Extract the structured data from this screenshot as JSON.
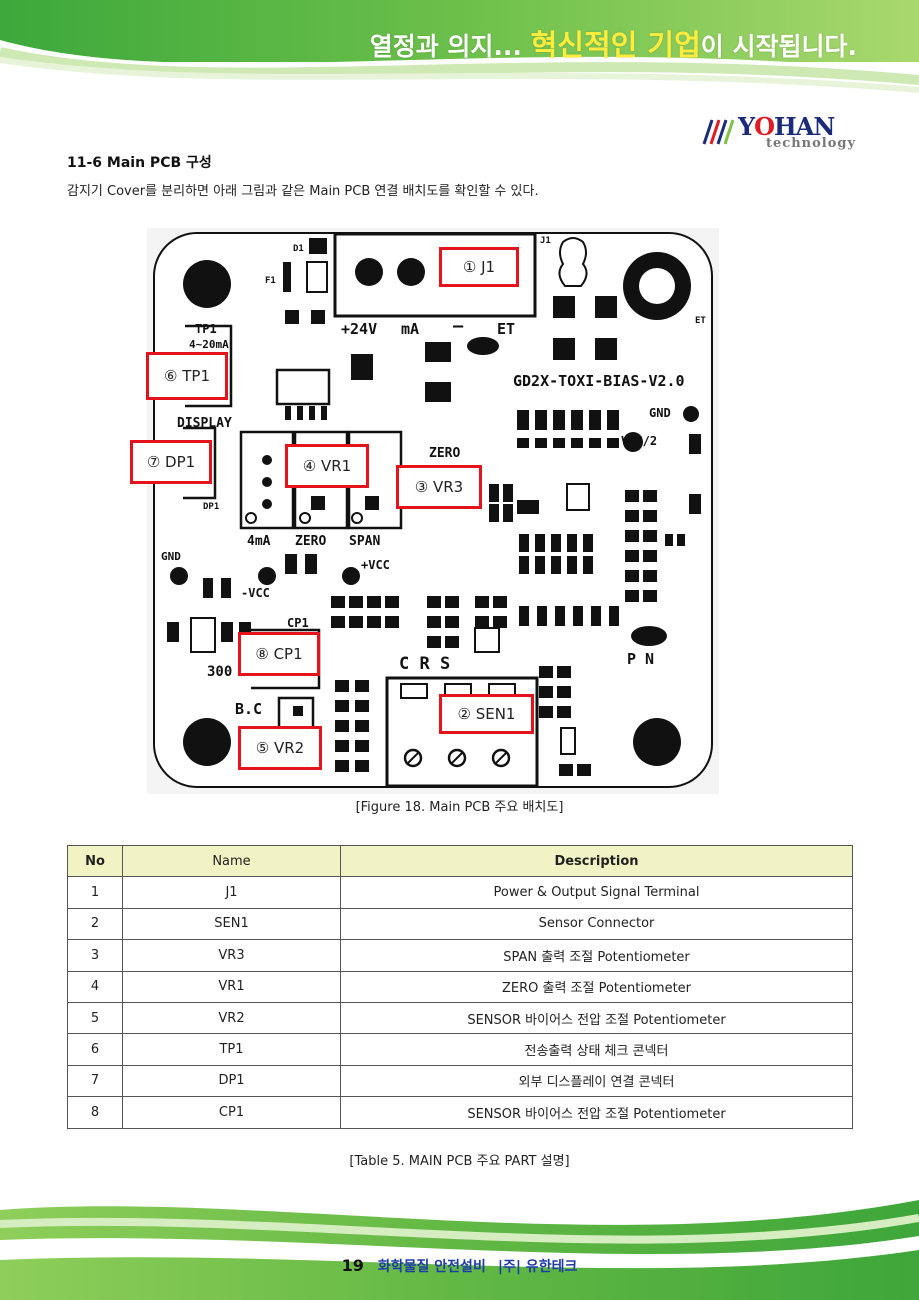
{
  "header": {
    "slogan_part1": "열정과 의지... ",
    "slogan_highlight": "혁신적인 기업",
    "slogan_part2": "이 시작됩니다."
  },
  "logo": {
    "brand_y": "Y",
    "brand_o": "O",
    "brand_rest": "HAN",
    "tagline": "technology",
    "colors": {
      "primary": "#1b2b7a",
      "accent": "#e21b23"
    }
  },
  "section": {
    "title": "11-6 Main PCB 구성",
    "intro": "감지기 Cover를 분리하면 아래 그림과 같은 Main PCB 연결 배치도를 확인할 수 있다."
  },
  "pcb": {
    "board_name": "GD2X-TOXI-BIAS-V2.0",
    "terminal_labels": [
      "+24V",
      "mA",
      "–",
      "ET"
    ],
    "silk": {
      "tp1": "TP1",
      "tp1_sub": "4~20mA",
      "display": "DISPLAY",
      "dp1": "DP1",
      "gnd_left": "GND",
      "gnd_right": "GND",
      "vcc2": "VCC/2",
      "zero_top": "ZERO",
      "row_4ma": "4mA",
      "row_zero": "ZERO",
      "row_span": "SPAN",
      "neg_vcc": "-VCC",
      "pos_vcc": "+VCC",
      "cp1": "CP1",
      "u5_300": "300",
      "bc": "B.C",
      "csr": "C   R   S",
      "pn": "P  N",
      "j1": "J1",
      "d1": "D1",
      "f1": "F1",
      "et_side": "ET"
    },
    "callouts": [
      {
        "label": "① J1"
      },
      {
        "label": "② SEN1"
      },
      {
        "label": "③ VR3"
      },
      {
        "label": "④ VR1"
      },
      {
        "label": "⑤ VR2"
      },
      {
        "label": "⑥ TP1"
      },
      {
        "label": "⑦ DP1"
      },
      {
        "label": "⑧ CP1"
      }
    ],
    "callout_color": "#e5141c"
  },
  "figure_caption": "[Figure 18. Main PCB 주요 배치도]",
  "table": {
    "headers": [
      "No",
      "Name",
      "Description"
    ],
    "rows": [
      [
        "1",
        "J1",
        "Power & Output Signal Terminal"
      ],
      [
        "2",
        "SEN1",
        "Sensor Connector"
      ],
      [
        "3",
        "VR3",
        "SPAN 출력 조절 Potentiometer"
      ],
      [
        "4",
        "VR1",
        "ZERO 출력 조절 Potentiometer"
      ],
      [
        "5",
        "VR2",
        "SENSOR 바이어스 전압 조절 Potentiometer"
      ],
      [
        "6",
        "TP1",
        "전송출력 상태 체크 콘넥터"
      ],
      [
        "7",
        "DP1",
        "외부 디스플레이 연결 콘넥터"
      ],
      [
        "8",
        "CP1",
        "SENSOR 바이어스 전압 조절 Potentiometer"
      ]
    ],
    "header_bg": "#f2f3c4"
  },
  "table_caption": "[Table 5. MAIN PCB 주요 PART 설명]",
  "footer": {
    "page": "19",
    "company1": "화학물질 안전설비",
    "company2": "|주| 유한테크",
    "green": "#7dc242"
  }
}
